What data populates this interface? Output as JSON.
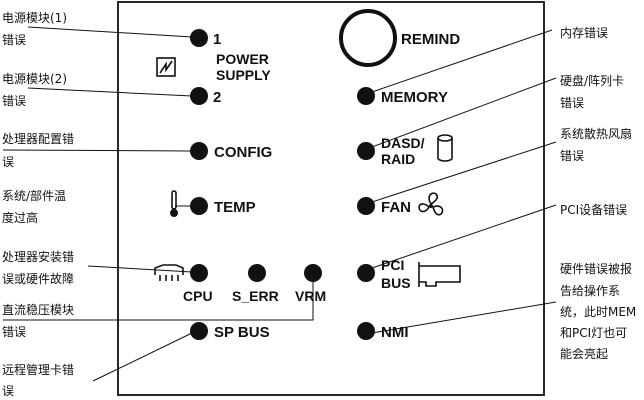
{
  "panel": {
    "power_supply_1_number": "1",
    "power_supply_title_line1": "POWER",
    "power_supply_title_line2": "SUPPLY",
    "power_supply_2_number": "2",
    "config_label": "CONFIG",
    "temp_label": "TEMP",
    "cpu_label": "CPU",
    "s_err_label": "S_ERR",
    "vrm_label": "VRM",
    "sp_bus_label": "SP BUS",
    "remind_label": "REMIND",
    "memory_label": "MEMORY",
    "dasd_line1": "DASD/",
    "dasd_line2": "RAID",
    "fan_label": "FAN",
    "pci_line1": "PCI",
    "pci_line2": "BUS",
    "nmi_label": "NMI"
  },
  "callouts_left": {
    "psu1": [
      "电源模块(1)",
      "错误"
    ],
    "psu2": [
      "电源模块(2)",
      "错误"
    ],
    "config": [
      "处理器配置错",
      "误"
    ],
    "temp": [
      "系统/部件温",
      "度过高"
    ],
    "cpu": [
      "处理器安装错",
      "误或硬件故障"
    ],
    "vrm": [
      "直流稳压模块",
      "错误"
    ],
    "sp_bus": [
      "远程管理卡错",
      "误"
    ]
  },
  "callouts_right": {
    "memory": [
      "内存错误"
    ],
    "dasd": [
      "硬盘/阵列卡",
      "错误"
    ],
    "fan": [
      "系统散热风扇",
      "错误"
    ],
    "pci": [
      "PCI设备错误"
    ],
    "nmi": [
      "硬件错误被报",
      "告给操作系",
      "统，此时MEM",
      "和PCI灯也可",
      "能会亮起"
    ]
  },
  "icons": [
    "power-supply-icon",
    "thermometer-icon",
    "cpu-chip-icon",
    "disk-cylinder-icon",
    "fan-icon",
    "pci-card-icon"
  ]
}
